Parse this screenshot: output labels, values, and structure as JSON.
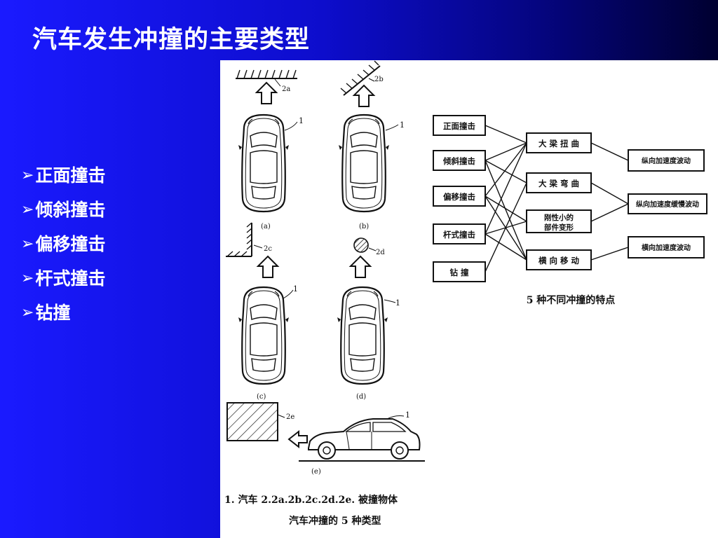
{
  "slide": {
    "title": "汽车发生冲撞的主要类型",
    "bullets": [
      "正面撞击",
      "倾斜撞击",
      "偏移撞击",
      "杆式撞击",
      "钻撞"
    ]
  },
  "figure_left": {
    "labels": {
      "car": "1",
      "a_obj": "2a",
      "b_obj": "2b",
      "c_obj": "2c",
      "d_obj": "2d",
      "e_obj": "2e",
      "sub_a": "(a)",
      "sub_b": "(b)",
      "sub_c": "(c)",
      "sub_d": "(d)",
      "sub_e": "(e)"
    },
    "caption_line1": "1. 汽车   2.2a.2b.2c.2d.2e. 被撞物体",
    "caption_line2": "汽车冲撞的 5 种类型"
  },
  "figure_right": {
    "crash_types": [
      "正面撞击",
      "倾斜撞击",
      "偏移撞击",
      "杆式撞击",
      "钻  撞"
    ],
    "effects": [
      "大 梁 扭 曲",
      "大 梁 弯 曲",
      "刚性小的",
      "部件变形",
      "横 向 移 动"
    ],
    "results": [
      "纵向加速度波动",
      "纵向加速度缓慢波动",
      "横向加速度波动"
    ],
    "caption": "5 种不同冲撞的特点"
  }
}
